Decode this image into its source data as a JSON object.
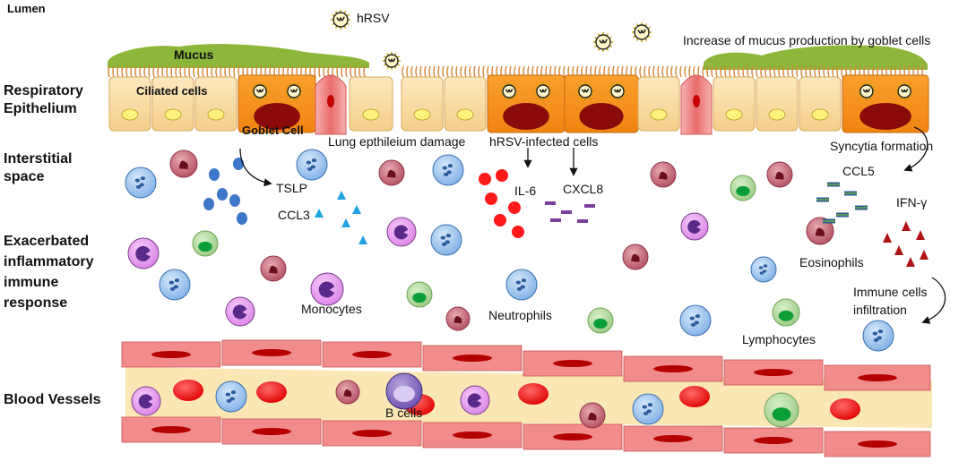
{
  "colors": {
    "mucus": "#8db63b",
    "ciliated_cell": "#fbe1a6",
    "goblet_cell": "#f7931e",
    "nucleus_dark": "#8b0b0b",
    "yellow_nucleus": "#fdf37a",
    "vessel_wall": "#f28c8c",
    "vessel_lumen": "#fbe7b4",
    "rbc": "#ff1a1a",
    "blue_cell": "#a9cdf2",
    "pink_cell": "#c36273",
    "purple_cell": "#e99af0",
    "green_cell": "#b6dca1",
    "tslp_dot": "#3e76c9",
    "ccl3_triangle": "#1fa3e0",
    "il6_dot": "#ff1a1a",
    "cxcl8_bar": "#7b3f9e",
    "ccl5_bar": "#2e5d8b",
    "ifn_triangle": "#b01414"
  },
  "labels": {
    "lumen": "Lumen",
    "respiratory_epithelium": [
      "Respiratory",
      "Epithelium"
    ],
    "interstitial_space": [
      "Interstitial",
      "space"
    ],
    "exacerbated_response": [
      "Exacerbated",
      "inflammatory",
      "immune",
      "response"
    ],
    "blood_vessels": "Blood Vessels",
    "mucus": "Mucus",
    "ciliated_cells": "Ciliated cells",
    "goblet_cell": "Goblet Cell",
    "hrsv": "hRSV",
    "increase_mucus": "Increase of mucus production by goblet cells",
    "lung_damage": "Lung epthileium damage",
    "hrsv_infected": "hRSV-infected cells",
    "syncytia": "Syncytia formation",
    "tslp": "TSLP",
    "ccl3": "CCL3",
    "il6": "IL-6",
    "cxcl8": "CXCL8",
    "ccl5": "CCL5",
    "ifn_gamma": "IFN-γ",
    "eosinophils": "Eosinophils",
    "monocytes": "Monocytes",
    "neutrophils": "Neutrophils",
    "lymphocytes": "Lymphocytes",
    "immune_infiltration": [
      "Immune cells",
      "infiltration"
    ],
    "b_cells": "B cells"
  }
}
